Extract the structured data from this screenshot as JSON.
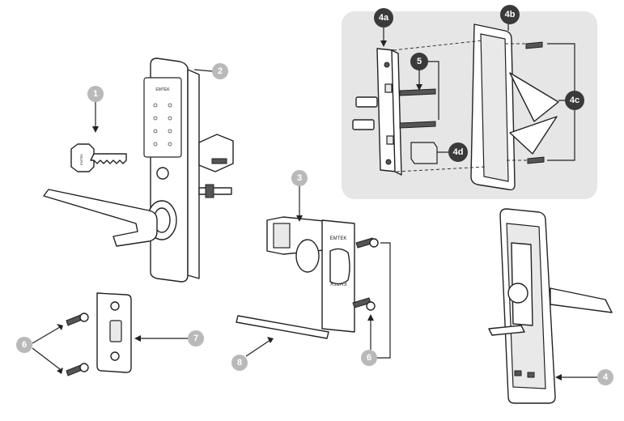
{
  "callouts": [
    {
      "id": "1",
      "label": "1"
    },
    {
      "id": "2",
      "label": "2"
    },
    {
      "id": "3",
      "label": "3"
    },
    {
      "id": "4",
      "label": "4"
    },
    {
      "id": "4a",
      "label": "4a"
    },
    {
      "id": "4b",
      "label": "4b"
    },
    {
      "id": "4c",
      "label": "4c"
    },
    {
      "id": "4d",
      "label": "4d"
    },
    {
      "id": "5",
      "label": "5"
    },
    {
      "id": "6a",
      "label": "6"
    },
    {
      "id": "6b",
      "label": "6"
    },
    {
      "id": "7",
      "label": "7"
    },
    {
      "id": "8",
      "label": "8"
    }
  ],
  "brand_marks": {
    "keypad": "EMTEK",
    "key": "EMTEK",
    "latch_top": "EMTEK",
    "latch_bottom": "EMTEK"
  },
  "colors": {
    "callout_light": "#b9b9b9",
    "callout_dark": "#3a3a3a",
    "inset_background": "#e6e6e6"
  }
}
